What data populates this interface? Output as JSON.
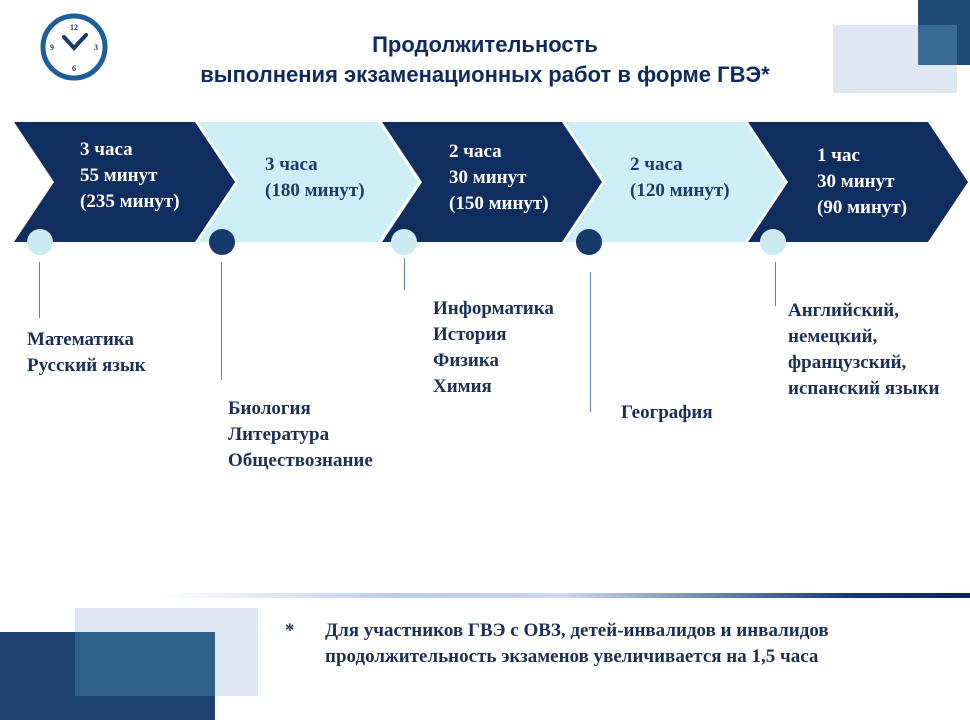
{
  "title": {
    "line1": "Продолжительность",
    "line2": "выполнения экзаменационных работ в форме ГВЭ*"
  },
  "icons": {
    "clock": "clock-icon"
  },
  "colors": {
    "dark": "#0f2d5e",
    "light": "#cdeef5",
    "accent": "#2f5f8a"
  },
  "steps": [
    {
      "duration": [
        "3 часа",
        "55 минут",
        "(235 минут)"
      ],
      "subjects": [
        "Математика",
        "Русский язык"
      ]
    },
    {
      "duration": [
        "3 часа",
        "(180 минут)"
      ],
      "subjects": [
        "Биология",
        "Литература",
        "Обществознание"
      ]
    },
    {
      "duration": [
        "2 часа",
        "30 минут",
        "(150 минут)"
      ],
      "subjects": [
        "Информатика",
        "История",
        "Физика",
        "Химия"
      ]
    },
    {
      "duration": [
        "2 часа",
        "(120 минут)"
      ],
      "subjects": [
        "География"
      ]
    },
    {
      "duration": [
        "1 час",
        "30 минут",
        "(90 минут)"
      ],
      "subjects": [
        "Английский,",
        "немецкий,",
        "французский,",
        "испанский языки"
      ]
    }
  ],
  "footnote": {
    "mark": "*",
    "line1": "Для участников ГВЭ с ОВЗ, детей-инвалидов и инвалидов",
    "line2": "продолжительность экзаменов увеличивается на 1,5 часа"
  }
}
